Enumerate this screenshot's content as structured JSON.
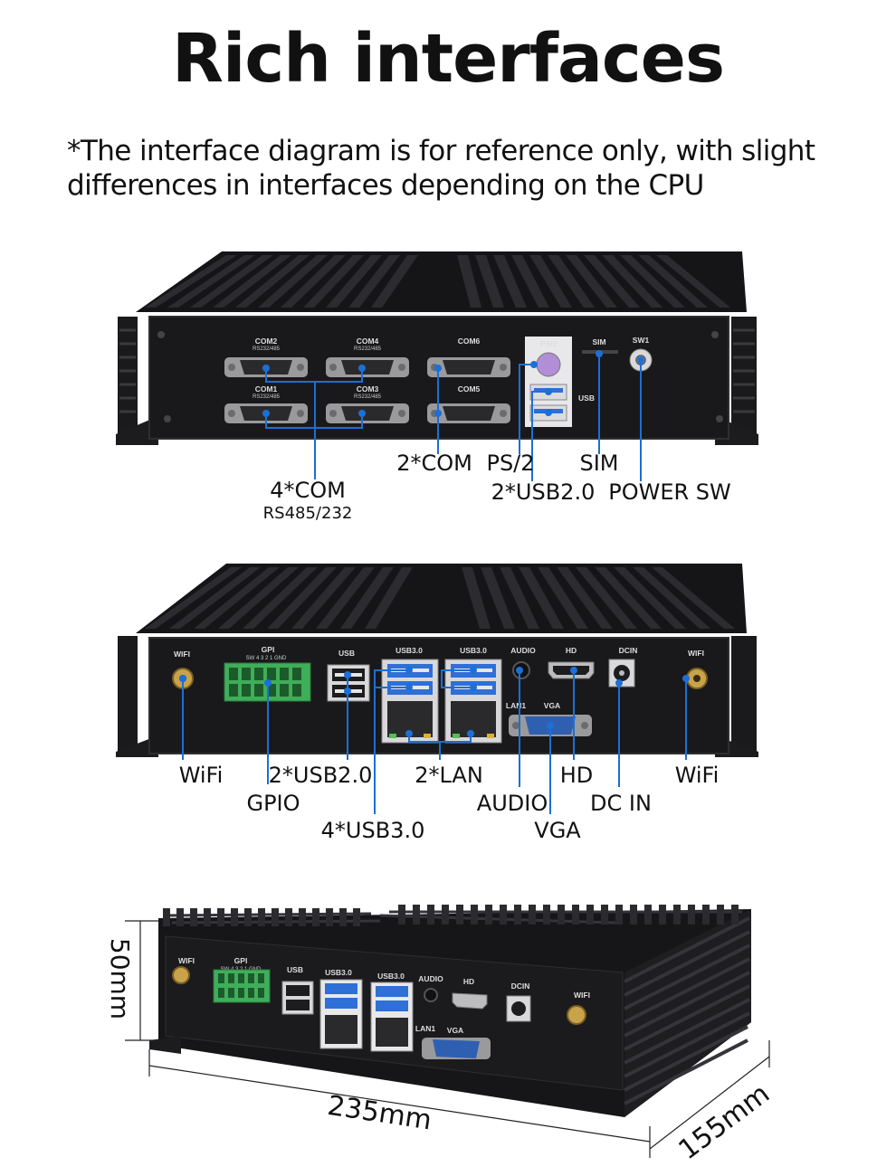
{
  "title": "Rich interfaces",
  "note": {
    "line1": "*The interface diagram is for reference only, with slight",
    "line2": "differences in interfaces depending on the CPU"
  },
  "front_panel": {
    "port_labels": {
      "com2": "COM2",
      "com2_sub": "RS232/485",
      "com4": "COM4",
      "com4_sub": "RS232/485",
      "com6": "COM6",
      "com1": "COM1",
      "com1_sub": "RS232/485",
      "com3": "COM3",
      "com3_sub": "RS232/485",
      "com5": "COM5",
      "ps2": "PS/2",
      "sim": "SIM",
      "sw1": "SW1",
      "usb": "USB"
    },
    "callouts": {
      "four_com": "4*COM",
      "four_com_sub": "RS485/232",
      "two_com": "2*COM",
      "ps2": "PS/2",
      "sim": "SIM",
      "two_usb2": "2*USB2.0",
      "power_sw": "POWER SW"
    }
  },
  "rear_panel": {
    "port_labels": {
      "wifi_left": "WIFI",
      "gpio": "GPI",
      "gpio_pins": "SW  4   3   2   1   GND",
      "usb": "USB",
      "usb3_a": "USB3.0",
      "usb3_b": "USB3.0",
      "audio": "AUDIO",
      "hd": "HD",
      "dcin": "DCIN",
      "wifi_right": "WIFI",
      "lan1": "LAN1",
      "vga": "VGA"
    },
    "callouts": {
      "wifi_left": "WiFi",
      "gpio": "GPIO",
      "two_usb2": "2*USB2.0",
      "four_usb3": "4*USB3.0",
      "two_lan": "2*LAN",
      "audio": "AUDIO",
      "vga": "VGA",
      "hd": "HD",
      "dc_in": "DC IN",
      "wifi_right": "WiFi"
    }
  },
  "dimensions_view": {
    "port_labels": {
      "wifi_left": "WIFI",
      "gpio": "GPI",
      "gpio_pins": "SW 4 3 2 1 GND",
      "usb": "USB",
      "usb3_a": "USB3.0",
      "usb3_b": "USB3.0",
      "audio": "AUDIO",
      "hd": "HD",
      "dcin": "DCIN",
      "wifi_right": "WIFI",
      "lan1": "LAN1",
      "vga": "VGA"
    },
    "height": "50mm",
    "width": "235mm",
    "depth": "155mm"
  },
  "colors": {
    "accent_line": "#1c6fd6",
    "chassis": "#1b1b1d",
    "fin": "#2a2a2d",
    "terminal_green": "#3fae5a",
    "vga_blue": "#2f5fb0",
    "usb3_blue": "#2e6fd8"
  }
}
